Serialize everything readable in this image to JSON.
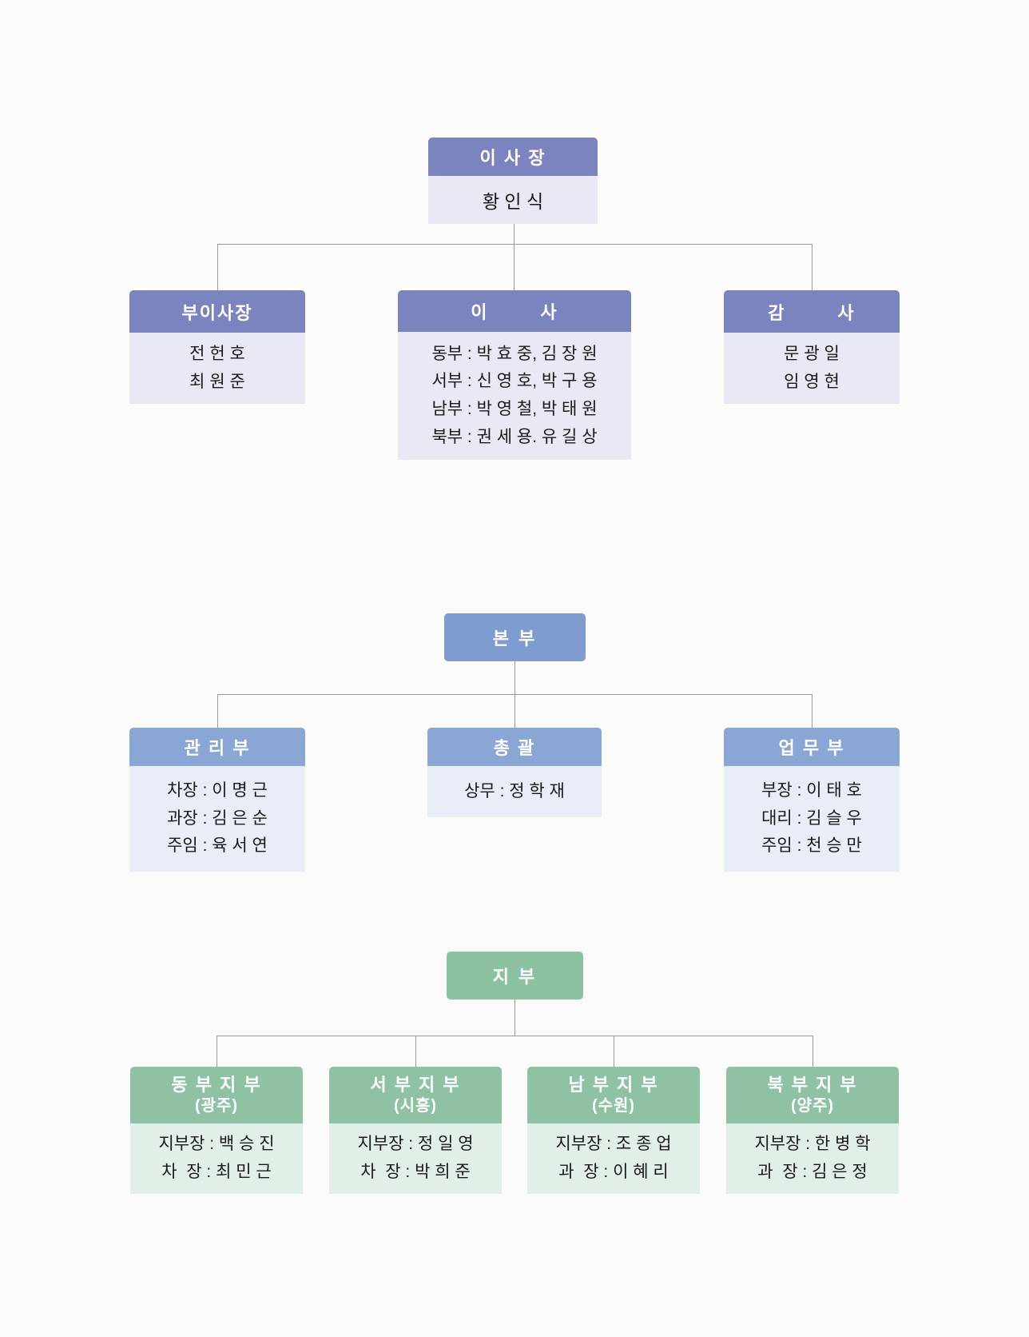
{
  "org": {
    "chairman": {
      "title": "이 사 장",
      "name": "황 인 식"
    },
    "row1": [
      {
        "title": "부이사장",
        "lines": [
          "전 헌 호",
          "최 원 준"
        ]
      },
      {
        "title": "이        사",
        "lines": [
          "동부 : 박 효 중, 김 장 원",
          "서부 : 신 영 호, 박 구 용",
          "남부 : 박 영 철, 박 태 원",
          "북부 : 권 세 용. 유 길 상"
        ]
      },
      {
        "title": "감        사",
        "lines": [
          "문 광 일",
          "임 영 현"
        ]
      }
    ],
    "hq": {
      "title": "본 부"
    },
    "row2": [
      {
        "title": "관 리 부",
        "lines": [
          "차장 : 이 명 근",
          "과장 : 김 은 순",
          "주임 : 육 서 연"
        ]
      },
      {
        "title": "총 괄",
        "lines": [
          "상무 : 정 학 재"
        ]
      },
      {
        "title": "업 무 부",
        "lines": [
          "부장 : 이 태 호",
          "대리 : 김 슬 우",
          "주임 : 천 승 만"
        ]
      }
    ],
    "branch_root": {
      "title": "지 부"
    },
    "row3": [
      {
        "title": "동 부 지 부",
        "subtitle": "(광주)",
        "lines": [
          "지부장 : 백 승 진",
          "차  장 : 최 민 근"
        ]
      },
      {
        "title": "서 부 지 부",
        "subtitle": "(시흥)",
        "lines": [
          "지부장 : 정 일 영",
          "차  장 : 박 희 준"
        ]
      },
      {
        "title": "남 부 지 부",
        "subtitle": "(수원)",
        "lines": [
          "지부장 : 조 종 업",
          "과  장 : 이 혜 리"
        ]
      },
      {
        "title": "북 부 지 부",
        "subtitle": "(양주)",
        "lines": [
          "지부장 : 한 병 학",
          "과  장 : 김 은 정"
        ]
      }
    ]
  },
  "colors": {
    "tier1_header": "#7c84c0",
    "tier1_body": "#e8e9f4",
    "tier2_header": "#8aa6d4",
    "tier2_solid": "#7f9cd0",
    "tier2_body": "#e8edf7",
    "tier3_header": "#8fc2a4",
    "tier3_solid": "#8cc2a2",
    "tier3_body": "#e1efe7",
    "connector": "#9a9a9a"
  }
}
